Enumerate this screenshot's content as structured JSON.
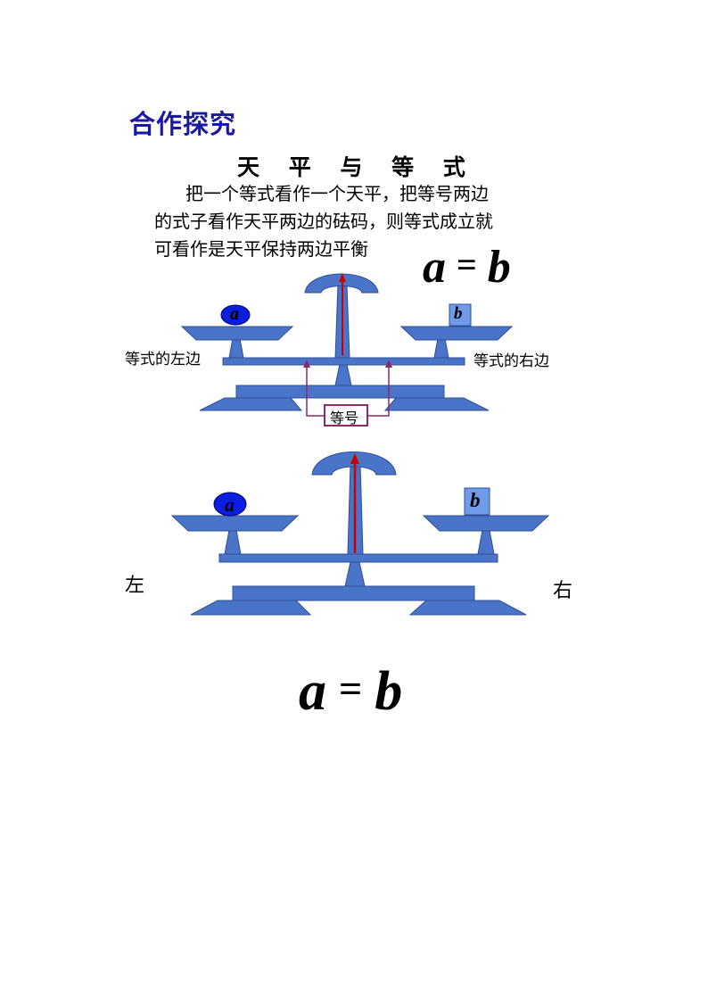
{
  "section_title": "合作探究",
  "subtitle": "天 平 与 等 式",
  "paragraph": [
    "把一个等式看作一个天平，把等号两边",
    "的式子看作天平两边的砝码，则等式成立就",
    "可看作是天平保持两边平衡"
  ],
  "equation_top": {
    "left": "a",
    "op": "=",
    "right": "b"
  },
  "scale_top": {
    "left_weight": "a",
    "right_weight": "b",
    "left_label": "等式的左边",
    "right_label": "等式的右边",
    "equal_sign_label": "等号"
  },
  "scale_bottom": {
    "left_weight": "a",
    "right_weight": "b",
    "left_label": "左",
    "right_label": "右"
  },
  "equation_bottom": {
    "left": "a",
    "op": "=",
    "right": "b"
  },
  "colors": {
    "heading": "#1a1aa0",
    "scale_fill": "#4a74c8",
    "scale_stroke": "#2d4f99",
    "needle": "#cc0000",
    "weight_a": "#0a1ee0",
    "weight_b": "#6f9be8",
    "label_box": "#8a2a6a"
  }
}
